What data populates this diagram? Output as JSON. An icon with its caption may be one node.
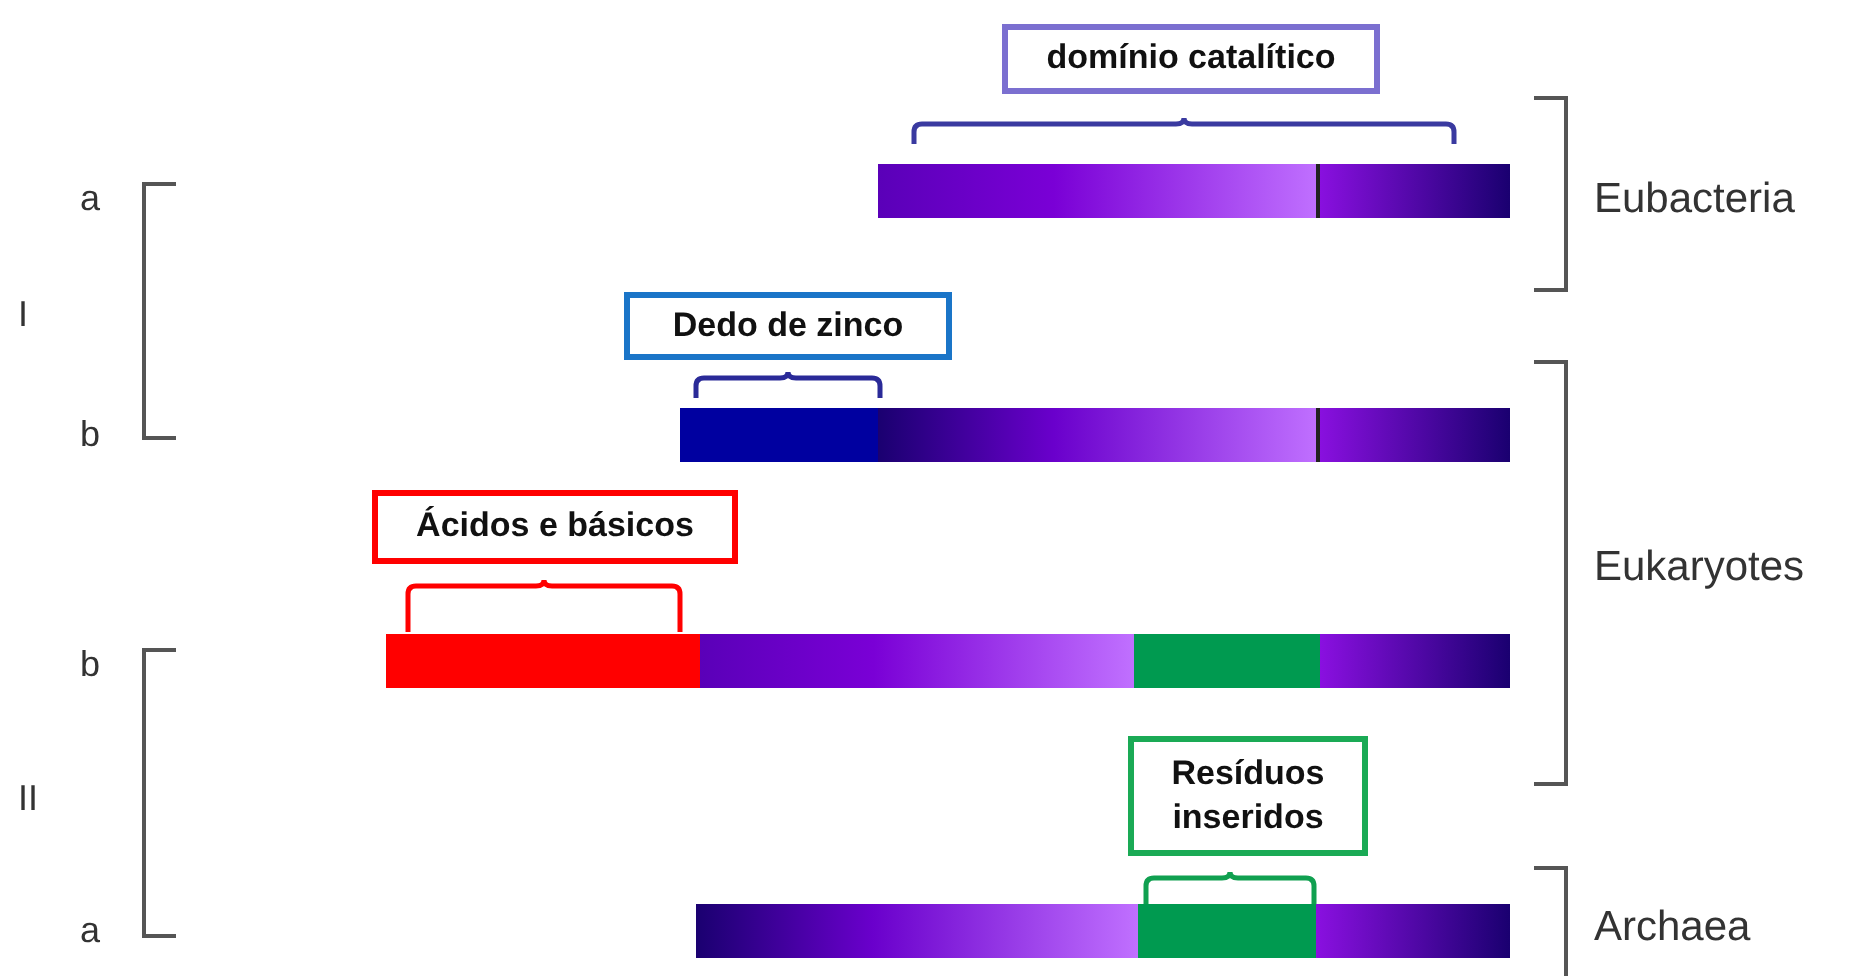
{
  "diagram": {
    "nodes": [
      {
        "text": [
          "domínio catalítico"
        ]
      },
      {
        "text": [
          "Dedo de zinco"
        ]
      },
      {
        "text": [
          "Ácidos e básicos"
        ]
      },
      {
        "text": [
          "Resíduos inseridos"
        ]
      }
    ],
    "labels": [
      "a",
      "Eubacteria",
      "I",
      "b",
      "Eukaryotes",
      "b",
      "II",
      "a",
      "Archaea"
    ]
  }
}
